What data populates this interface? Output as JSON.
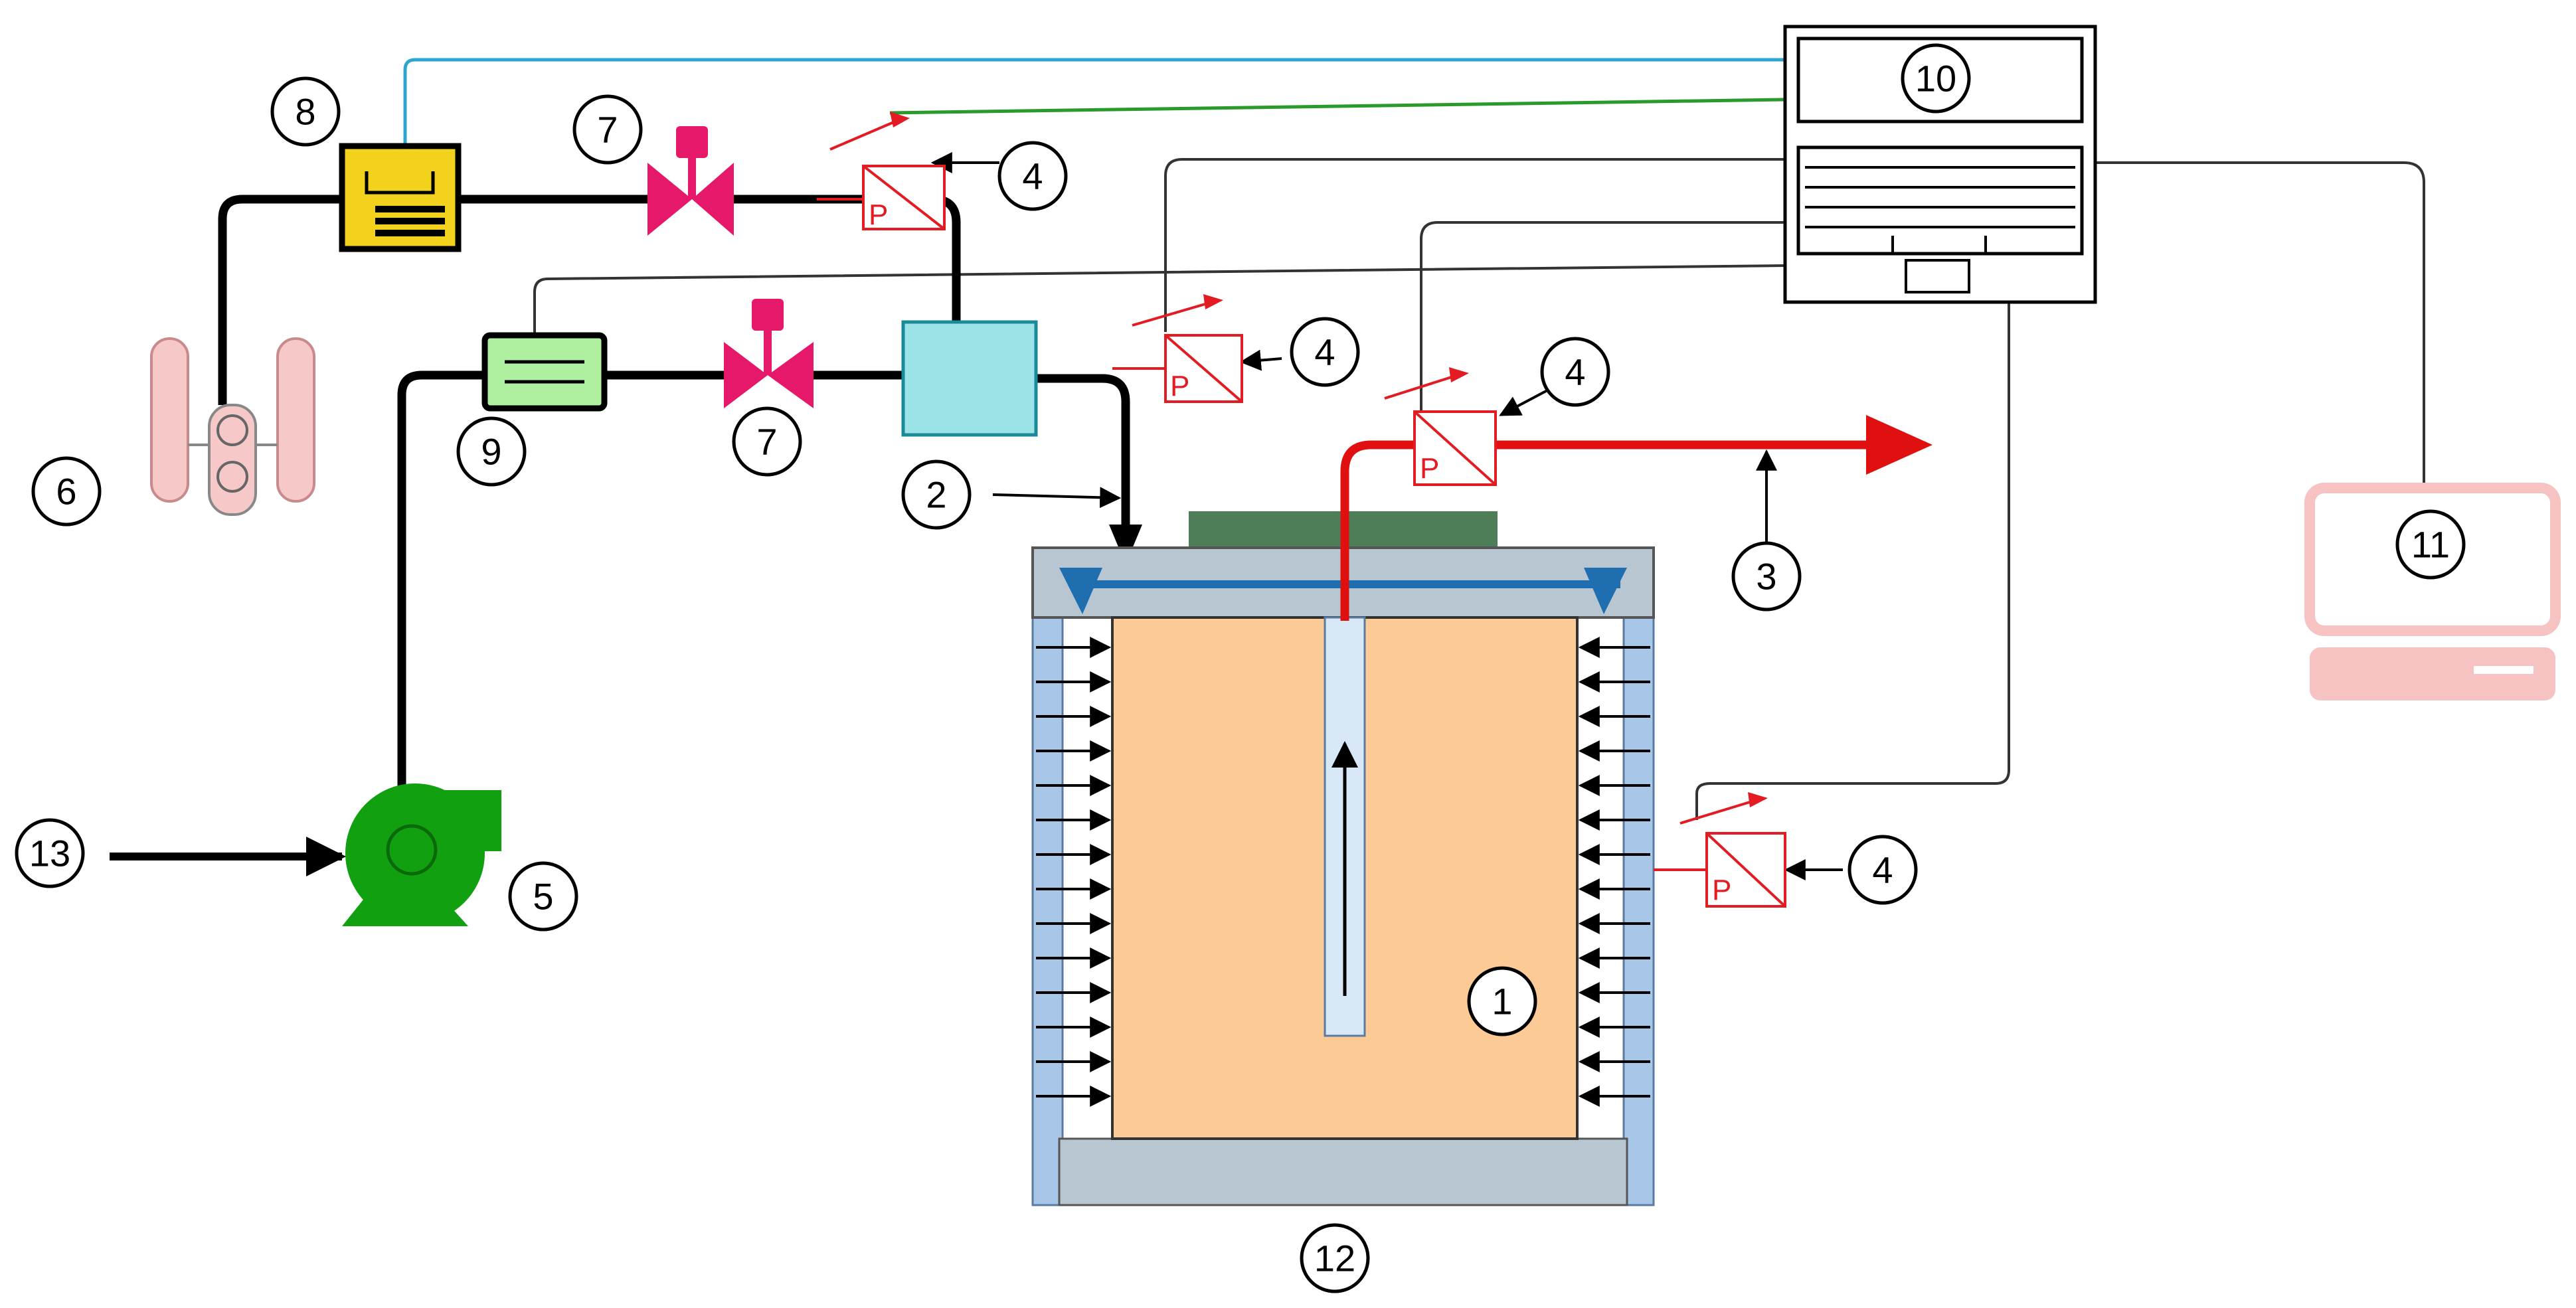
{
  "callouts": {
    "c1": "1",
    "c2": "2",
    "c3": "3",
    "c4a": "4",
    "c4b": "4",
    "c4c": "4",
    "c4d": "4",
    "c5": "5",
    "c6": "6",
    "c7a": "7",
    "c7b": "7",
    "c8": "8",
    "c9": "9",
    "c10": "10",
    "c11": "11",
    "c12": "12",
    "c13": "13"
  },
  "sensor_letter": "P",
  "colors": {
    "pipe": "#000000",
    "hot_flow": "#e01010",
    "blue_flow": "#1f6fb0",
    "valve": "#e6186a",
    "sensor": "#e31b23",
    "pump": "#10a010",
    "controller": "#f2d21c",
    "filter": "#aef0a0",
    "mixer": "#9ae2e6",
    "tank_wall": "#a8c6e8",
    "tank_cap": "#b8c6d2",
    "core": "#fccb95",
    "lid": "#4e7e58",
    "monitor": "#f6c2c2",
    "signal_blue": "#2aa6d0",
    "signal_green": "#2a9a2a"
  }
}
